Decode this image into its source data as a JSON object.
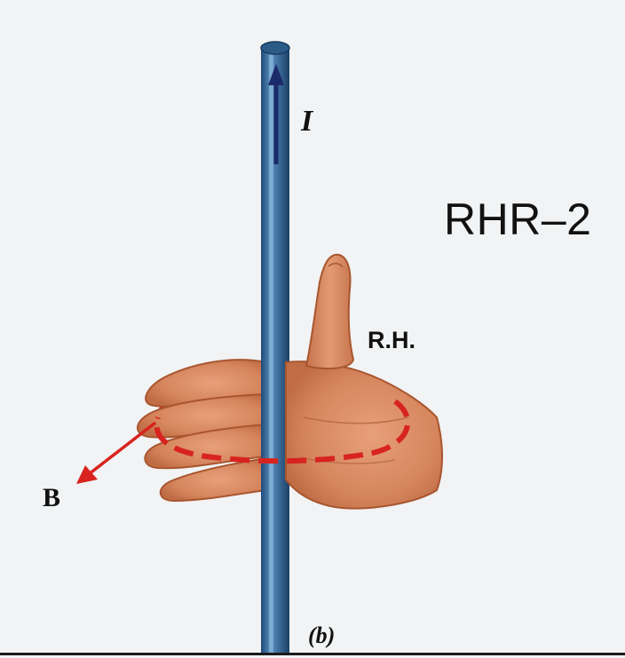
{
  "diagram": {
    "title": "RHR–2",
    "hand_label": "R.H.",
    "current_label": "I",
    "field_label": "B",
    "panel_label": "(b)"
  },
  "colors": {
    "background": "#f1f3f4",
    "wire": "#3e6f9c",
    "wire_highlight": "#9cc4e4",
    "current_arrow": "#1b2a6b",
    "skin": "#d98a62",
    "skin_shadow": "#b8653f",
    "field_loop": "#d8231f"
  },
  "icons": {
    "hand": "right-hand-grip-icon",
    "wire": "straight-wire-icon"
  }
}
